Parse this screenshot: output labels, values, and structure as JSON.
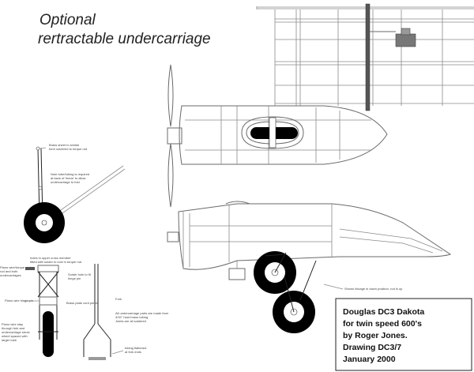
{
  "title": {
    "line1": "Optional",
    "line2": "rertractable undercarriage"
  },
  "title_block": {
    "lines": [
      "Douglas DC3 Dakota",
      "for twin speed 600's",
      "by Roger Jones.",
      "Drawing DC3/7",
      "January 2000"
    ]
  },
  "notes": {
    "brass_sheet": [
      "Brass sheet to similar",
      "form soldered to torque rod"
    ],
    "hole_tube": [
      "Note tube/tubing is required",
      "at back of 'linear' to allow",
      "undercarriage to fold"
    ],
    "holes_upper": [
      "holes in upper cross member",
      "fitted with solder to lock in torque rod"
    ],
    "piano_wire_rod": [
      "Piano wire/torque",
      "rod and both",
      "undercarriages"
    ],
    "solder_hole": [
      "Solder hole to fit",
      "hinge pin"
    ],
    "piano_wire_hinge": [
      "Piano wire hinge pin"
    ],
    "brass_plate": [
      "Brass plate cord piece"
    ],
    "piano_wire_stay": [
      "Piano wire stay",
      "through fork and",
      "undercarriage struts",
      "wheel spaced with",
      "larger tube"
    ],
    "fork": [
      "Fork"
    ],
    "all_undercarriage": [
      "All undercarriage parts are made from",
      "3/32\" hard brass tubing.",
      "Joints are all soldered"
    ],
    "tubing_flattened": [
      "tubing flattened",
      "at fork ends"
    ],
    "shown_linkage": [
      "Shown linkage in down position, rod is up"
    ]
  }
}
